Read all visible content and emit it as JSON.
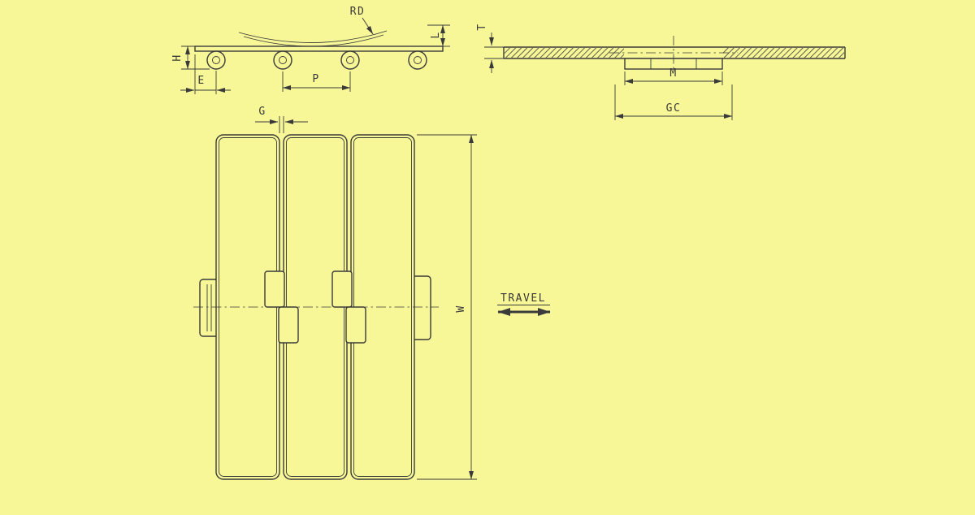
{
  "colors": {
    "bg": "#f7f798",
    "ink": "#3a3a3a"
  },
  "side_view": {
    "back_flex_radius_label": "RD",
    "lift_label": "L",
    "plate_height_label": "H",
    "edge_distance_label": "E",
    "pitch_label": "P"
  },
  "section_view": {
    "thickness_label": "T",
    "hinge_width_label": "M",
    "guide_clearance_label": "GC"
  },
  "plan_view": {
    "gap_label": "G",
    "width_label": "W"
  },
  "travel": {
    "label": "TRAVEL"
  }
}
